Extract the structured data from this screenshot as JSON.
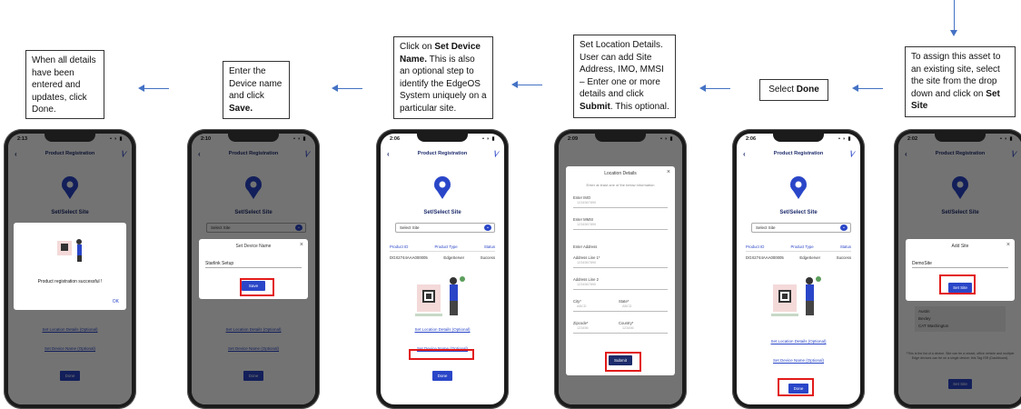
{
  "callouts": {
    "step6": "When all details have been entered and updates, click Done.",
    "step5_pre": "Enter the Device name and click ",
    "step5_bold": "Save.",
    "step4_pre": "Click on ",
    "step4_bold": "Set Device Name.",
    "step4_post": " This is also an optional step to identify the EdgeOS System uniquely on a particular site.",
    "step3_pre": "Set Location Details. User can add Site Address, IMO, MMSI – Enter one or more details and click ",
    "step3_bold": "Submit",
    "step3_post": ". This optional.",
    "step2_pre": "Select ",
    "step2_bold": "Done",
    "step1_pre": "To assign this asset to an existing site, select the site from the drop down and click on ",
    "step1_bold": "Set Site"
  },
  "app": {
    "title": "Product Registration",
    "page_title": "Set/Select Site",
    "select_placeholder": "Select Site",
    "col_product_id": "Product ID",
    "col_product_type": "Product Type",
    "col_status": "Status",
    "product_id": "DGX2744AAA000005",
    "product_type": "EdgeServer",
    "status": "Success",
    "link_location": "Set Location Details (Optional)",
    "link_device": "Set Device Name (Optional)",
    "done": "Done",
    "back_icon": "‹",
    "logo": "∖∕"
  },
  "phones": {
    "p1": {
      "time": "2:13",
      "message": "Product registration successful !",
      "ok": "OK"
    },
    "p2": {
      "time": "2:10",
      "dialog_title": "Set Device Name",
      "field_value": "Starlink Setup",
      "save": "Save"
    },
    "p3": {
      "time": "2:06"
    },
    "p4": {
      "time": "2:09",
      "dialog_title": "Location Details",
      "hint": "Enter at least one of the below information",
      "imo_label": "Enter IMO",
      "imo_value": "1234567890",
      "mmsi_label": "Enter MMSI",
      "mmsi_value": "1234567890",
      "address_label": "Enter Address",
      "line1_label": "Address Line 1*",
      "line1_value": "1234567890",
      "line2_label": "Address Line 2",
      "line2_value": "1234567890",
      "city_label": "City*",
      "city_value": "ABCD",
      "state_label": "State*",
      "state_value": "ABCD",
      "zip_label": "Zipcode*",
      "zip_value": "123456",
      "country_label": "Country*",
      "country_value": "123456",
      "submit": "Submit"
    },
    "p5": {
      "time": "2:06"
    },
    "p6": {
      "time": "2:02",
      "dialog_title": "Add Site",
      "field_value": "DemoSite",
      "set_site": "Set Site",
      "list": [
        "Austin",
        "Bexley",
        "CAT Washington"
      ],
      "footer_note": "*This is the list of a device. Site can be a vessel, office vehicle and multiple Edge devices can be on a single device; this Tag ISR (Dashboard).",
      "bottom_btn": "Set Site"
    }
  },
  "colors": {
    "accent": "#2a46c8",
    "highlight": "#e21a1a",
    "arrow": "#4472c4"
  }
}
